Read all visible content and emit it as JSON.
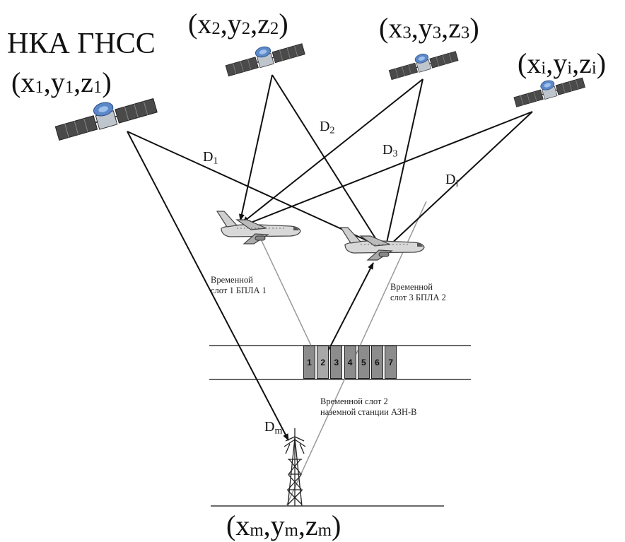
{
  "title": "НКА ГНСС",
  "satellites": [
    {
      "label": "(x1,y1,z1)",
      "x": "x",
      "y": "y",
      "z": "z",
      "sub": "1"
    },
    {
      "label": "(x2,y2,z2)",
      "x": "x",
      "y": "y",
      "z": "z",
      "sub": "2"
    },
    {
      "label": "(x3,y3,z3)",
      "x": "x",
      "y": "y",
      "z": "z",
      "sub": "3"
    },
    {
      "label": "(xi,yi,zi)",
      "x": "x",
      "y": "y",
      "z": "z",
      "sub": "i"
    }
  ],
  "distances": [
    {
      "base": "D",
      "sub": "1"
    },
    {
      "base": "D",
      "sub": "2"
    },
    {
      "base": "D",
      "sub": "3"
    },
    {
      "base": "D",
      "sub": "i"
    },
    {
      "base": "D",
      "sub": "m"
    }
  ],
  "aircraft_labels": [
    {
      "line1": "Временной",
      "line2": "слот 1 БПЛА 1"
    },
    {
      "line1": "Временной",
      "line2": "слот 3 БПЛА 2"
    }
  ],
  "station_label": {
    "line1": "Временной слот 2",
    "line2": "наземной станции АЗН-В"
  },
  "slots": [
    "1",
    "2",
    "3",
    "4",
    "5",
    "6",
    "7"
  ],
  "station": {
    "x": "x",
    "y": "y",
    "z": "z",
    "sub": "m"
  }
}
